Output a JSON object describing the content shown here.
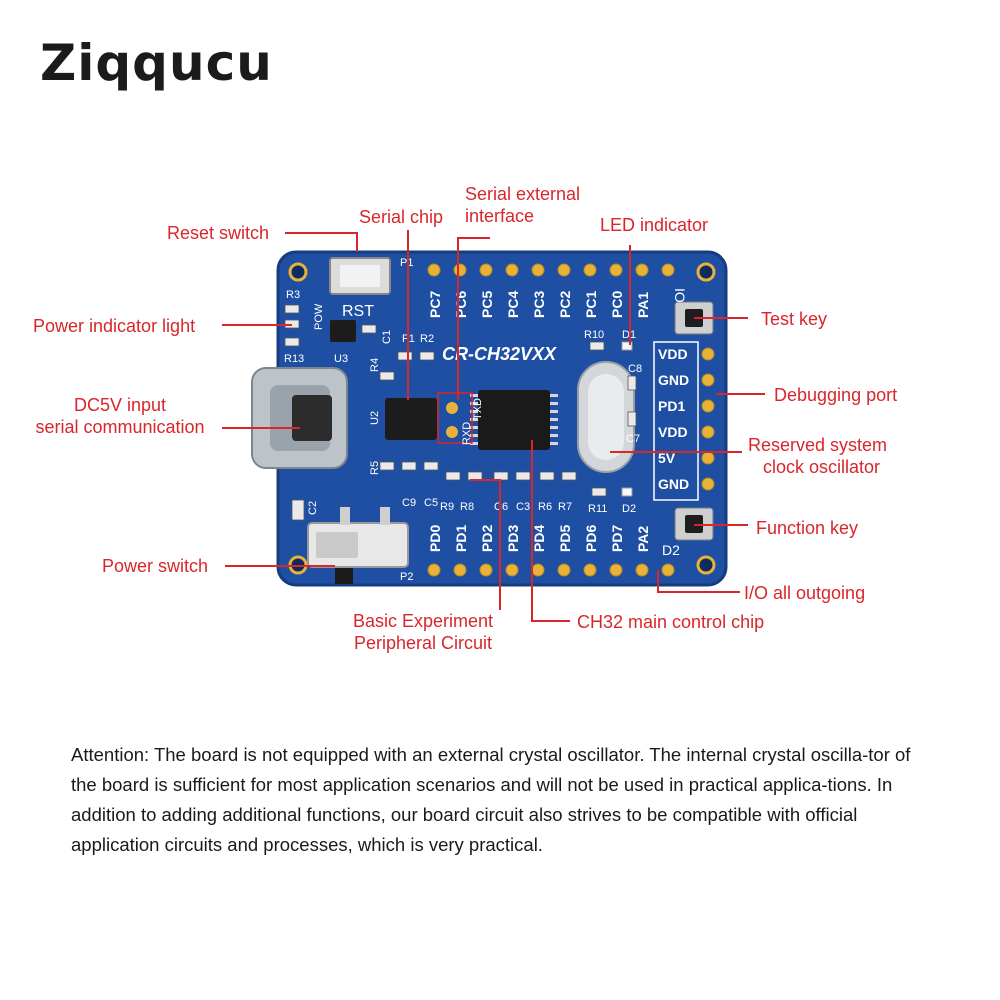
{
  "brand": {
    "name": "Ziqqucu",
    "accent": "#1aa39a"
  },
  "board": {
    "model": "CR-CH32VXX",
    "rst_label": "RST",
    "top_header_pins": [
      "PC7",
      "PC6",
      "PC5",
      "PC4",
      "PC3",
      "PC2",
      "PC1",
      "PC0",
      "PA1"
    ],
    "bottom_header_pins": [
      "PD0",
      "PD1",
      "PD2",
      "PD3",
      "PD4",
      "PD5",
      "PD6",
      "PD7",
      "PA2"
    ],
    "debug_port_pins": [
      "VDD",
      "GND",
      "PD1",
      "VDD",
      "5V",
      "GND"
    ],
    "io_top_label": "IO",
    "io_bottom_label": "D2",
    "silkscreen": {
      "p1": "P1",
      "p2": "P2",
      "r3": "R3",
      "r13": "R13",
      "u3": "U3",
      "pow": "POW",
      "c1": "C1",
      "f1": "F1",
      "r2": "R2",
      "r4": "R4",
      "u2": "U2",
      "r5": "R5",
      "c9": "C9",
      "c5": "C5",
      "c2": "C2",
      "r9": "R9",
      "r8": "R8",
      "c6": "C6",
      "c3": "C3",
      "r6": "R6",
      "r7": "R7",
      "r11": "R11",
      "d2": "D2",
      "r10": "R10",
      "d1": "D1",
      "c8": "C8",
      "c7": "C7",
      "rxd": "RXD",
      "txd": "TXD"
    },
    "colors": {
      "pcb": "#1f4fa3",
      "silk": "#ffffff",
      "pad": "#e7b23a",
      "callout": "#d9262b"
    }
  },
  "callouts": {
    "reset_switch": "Reset switch",
    "serial_chip": "Serial chip",
    "serial_external_1": "Serial external",
    "serial_external_2": "interface",
    "led_indicator": "LED indicator",
    "power_indicator": "Power indicator light",
    "test_key": "Test key",
    "dc5v_1": "DC5V input",
    "dc5v_2": "serial communication",
    "debugging_port": "Debugging port",
    "reserved_osc_1": "Reserved system",
    "reserved_osc_2": "clock oscillator",
    "function_key": "Function key",
    "power_switch": "Power switch",
    "io_outgoing": "I/O all outgoing",
    "basic_exp_1": "Basic Experiment",
    "basic_exp_2": "Peripheral Circuit",
    "ch32_chip": "CH32 main control chip"
  },
  "attention": "Attention: The board is not equipped with an external crystal oscillator. The internal crystal oscilla-tor of the board is sufficient for most application scenarios and will not be used in practical applica-tions. In addition to adding additional functions, our board circuit also strives to be compatible with official application circuits and processes, which is very practical."
}
